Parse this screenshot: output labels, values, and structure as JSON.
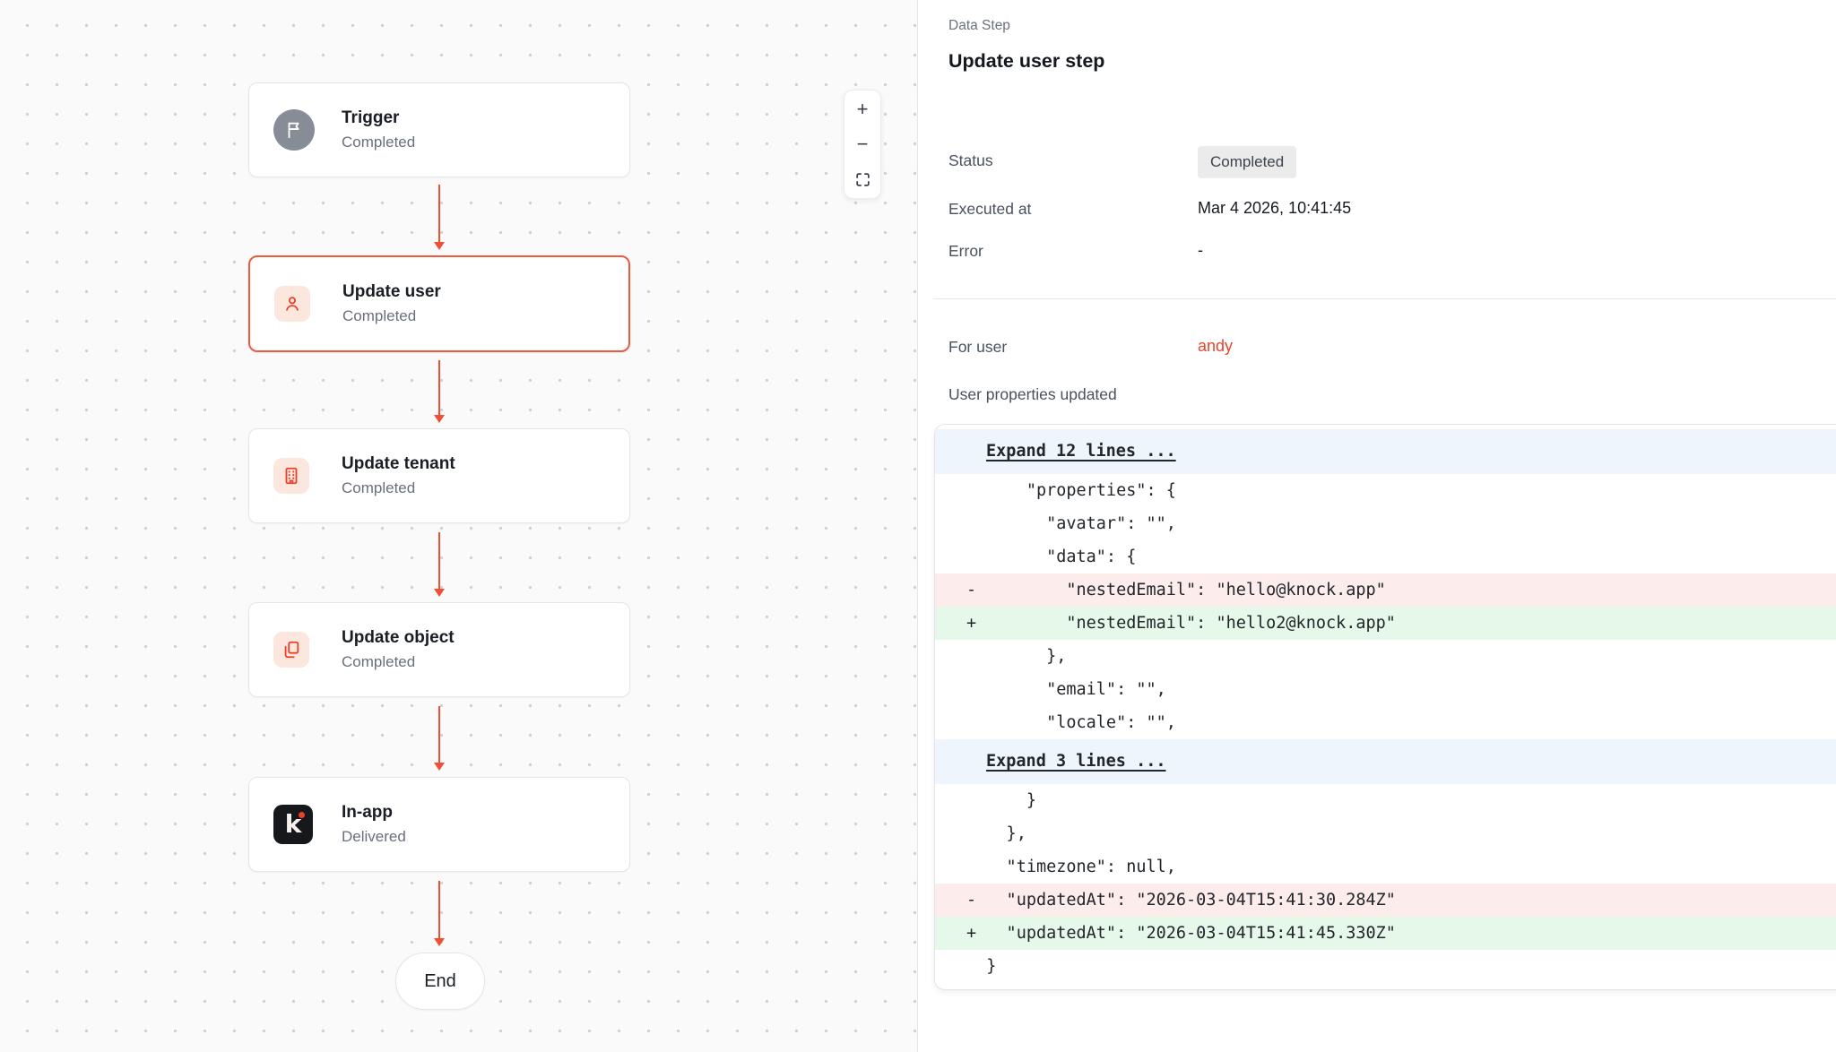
{
  "canvas": {
    "nodes": [
      {
        "title": "Trigger",
        "subtitle": "Completed",
        "icon": "flag-icon"
      },
      {
        "title": "Update user",
        "subtitle": "Completed",
        "icon": "user-icon",
        "selected": true
      },
      {
        "title": "Update tenant",
        "subtitle": "Completed",
        "icon": "building-icon"
      },
      {
        "title": "Update object",
        "subtitle": "Completed",
        "icon": "copy-icon"
      },
      {
        "title": "In-app",
        "subtitle": "Delivered",
        "icon": "knock-icon"
      }
    ],
    "end_label": "End",
    "zoom_controls": {
      "zoom_in": "+",
      "zoom_out": "−"
    }
  },
  "panel": {
    "eyebrow": "Data Step",
    "title": "Update user step",
    "meta": [
      {
        "label": "Status",
        "value": "Completed"
      },
      {
        "label": "Executed at",
        "value": "Mar 4 2026, 10:41:45"
      },
      {
        "label": "Error",
        "value": "-"
      }
    ],
    "for_user_label": "For user",
    "for_user_value": "andy",
    "diff_label": "User properties updated",
    "diff_lines": [
      {
        "type": "expand",
        "text": "Expand 12 lines ..."
      },
      {
        "type": "ctx",
        "text": "      \"properties\": {"
      },
      {
        "type": "ctx",
        "text": "        \"avatar\": \"\","
      },
      {
        "type": "ctx",
        "text": "        \"data\": {"
      },
      {
        "type": "del",
        "text": "-         \"nestedEmail\": \"hello@knock.app\""
      },
      {
        "type": "add",
        "text": "+         \"nestedEmail\": \"hello2@knock.app\""
      },
      {
        "type": "ctx",
        "text": "        },"
      },
      {
        "type": "ctx",
        "text": "        \"email\": \"\","
      },
      {
        "type": "ctx",
        "text": "        \"locale\": \"\","
      },
      {
        "type": "expand",
        "text": "Expand 3 lines ..."
      },
      {
        "type": "ctx",
        "text": "      }"
      },
      {
        "type": "ctx",
        "text": "    },"
      },
      {
        "type": "ctx",
        "text": "    \"timezone\": null,"
      },
      {
        "type": "del",
        "text": "-   \"updatedAt\": \"2026-03-04T15:41:30.284Z\""
      },
      {
        "type": "add",
        "text": "+   \"updatedAt\": \"2026-03-04T15:41:45.330Z\""
      },
      {
        "type": "ctx",
        "text": "  }"
      }
    ]
  },
  "colors": {
    "accent_red": "#ee4f35",
    "selected_border": "#ed5a3e",
    "icon_soft_bg": "#fce7df",
    "diff_del_bg": "#fcecec",
    "diff_add_bg": "#e6f8ea",
    "diff_expand_bg": "#eef5fc",
    "badge_bg": "#ebebec"
  }
}
